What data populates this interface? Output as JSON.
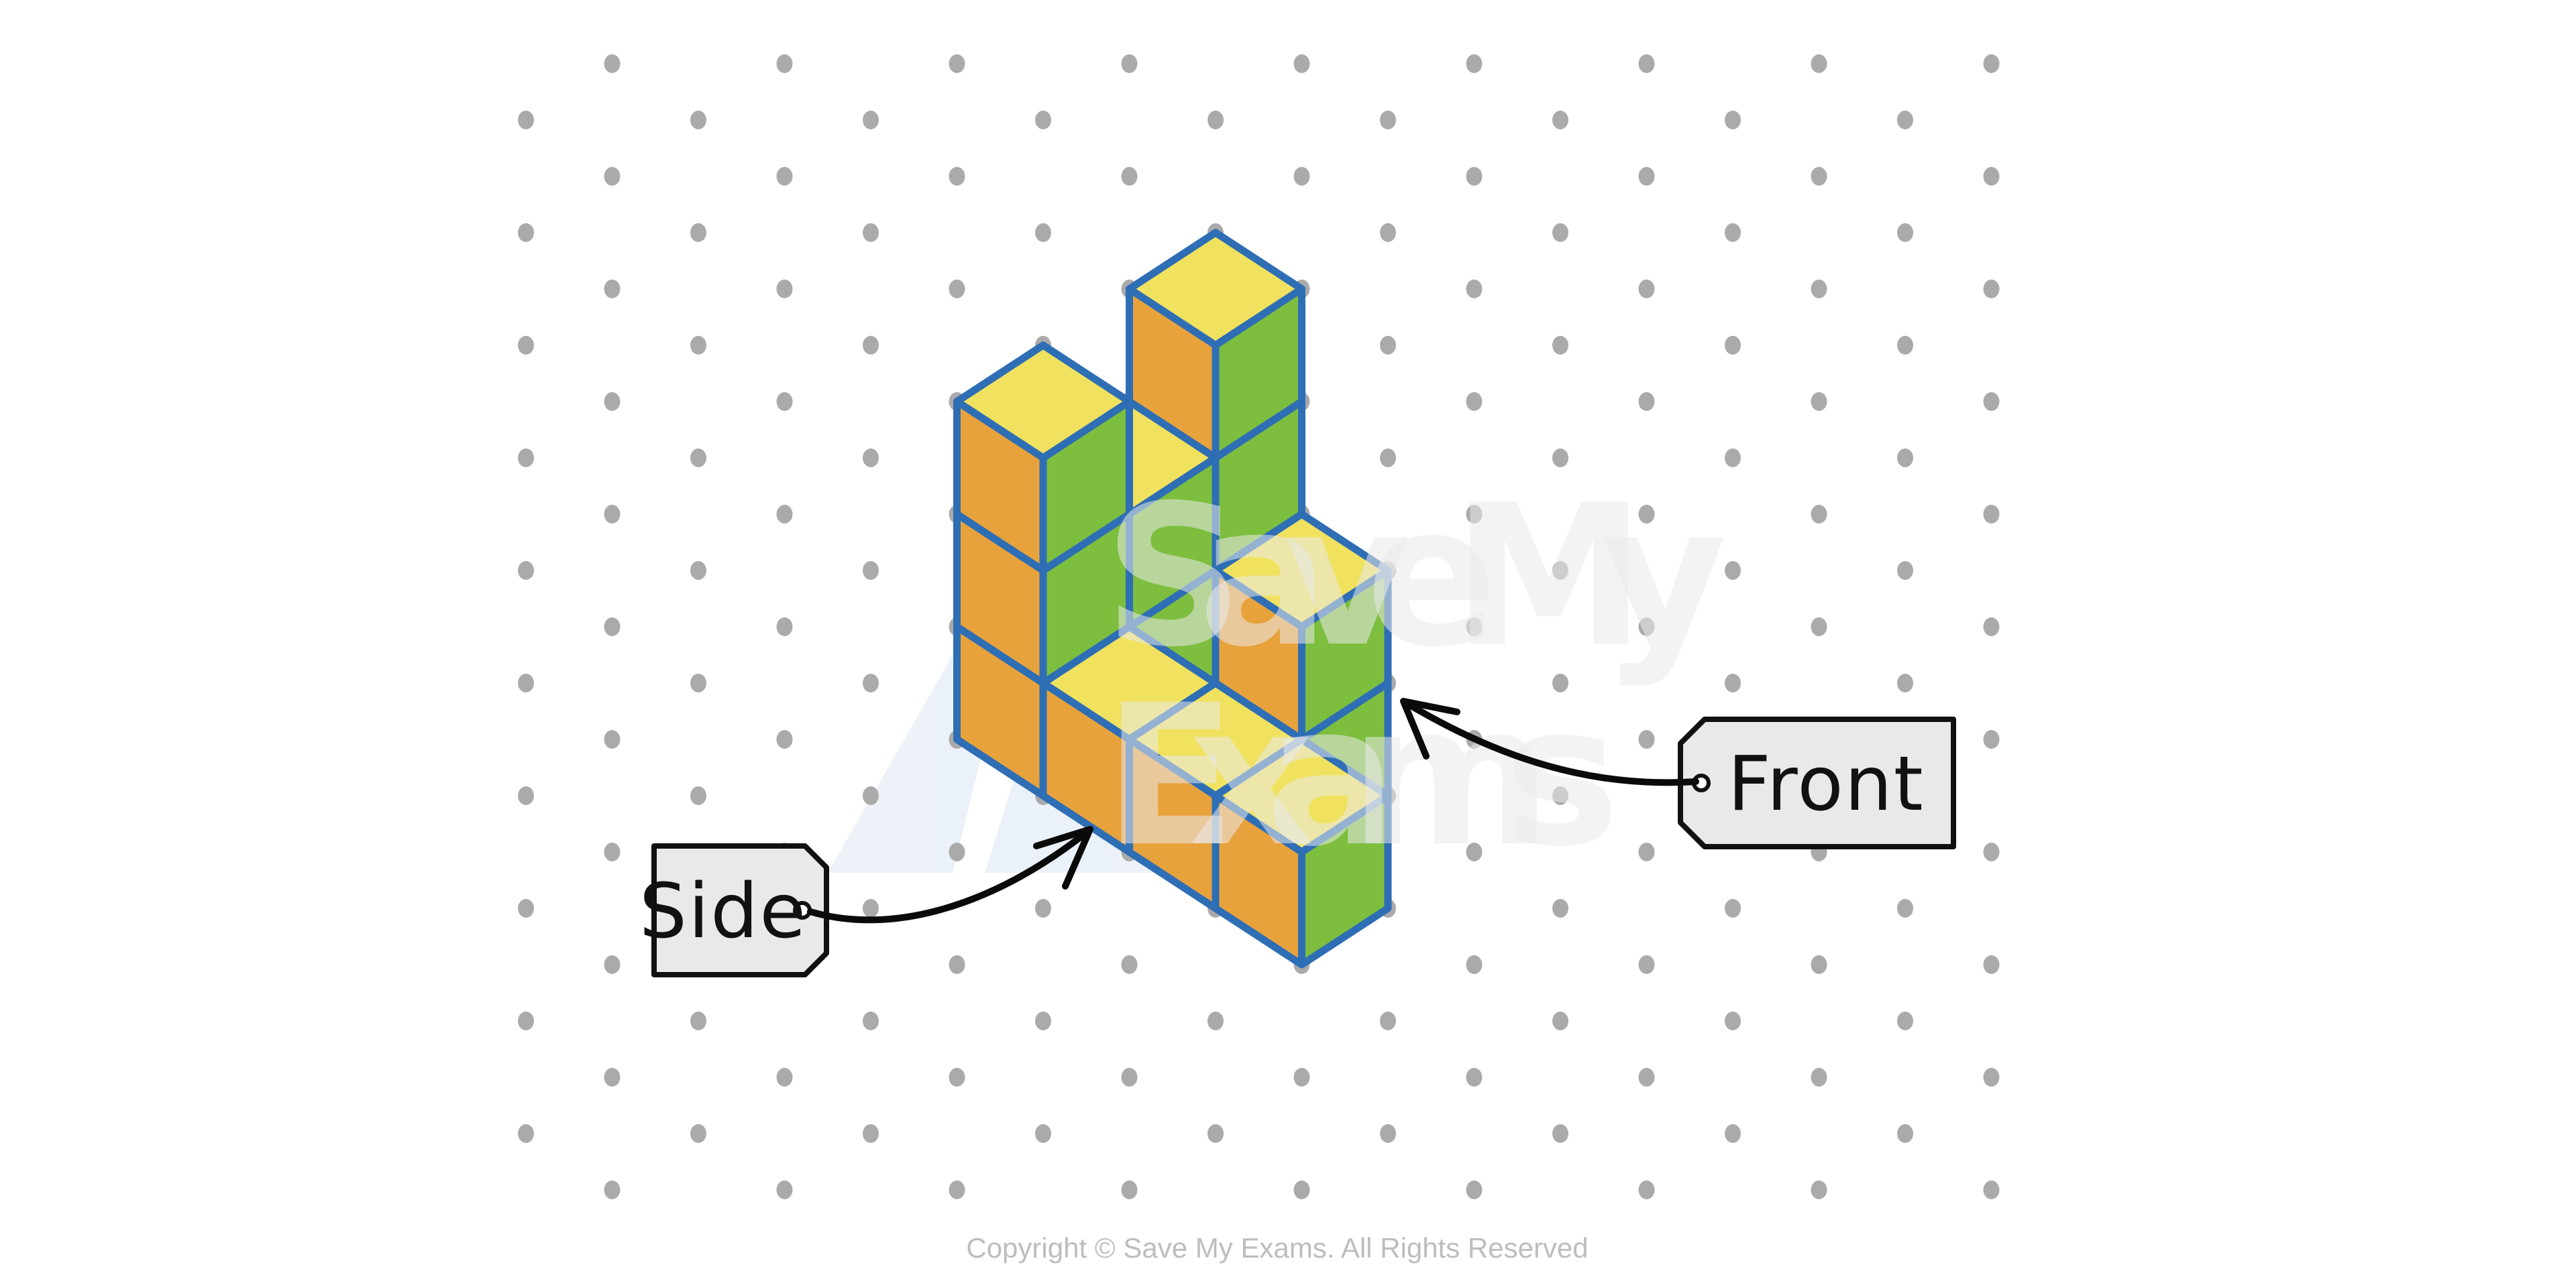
{
  "scene": {
    "background": "#ffffff"
  },
  "dot_grid": {
    "color": "#aaaaaa",
    "rx": 12,
    "ry": 14
  },
  "watermark": {
    "line1": "SaveMy",
    "line2": "Exams",
    "text_color": "#e9e9e9",
    "logo_color": "#dfe9f4"
  },
  "structure": {
    "type": "isometric-cube-stack",
    "grid_rows": 3,
    "grid_cols": 4,
    "heights": [
      [
        3,
        0,
        0,
        0
      ],
      [
        2,
        0,
        2,
        0
      ],
      [
        3,
        1,
        1,
        1
      ]
    ],
    "total_cubes": 13,
    "colors": {
      "top": "#f0e25f",
      "left": "#e8a23c",
      "right": "#7dbe3f",
      "outline": "#2e6eb5"
    }
  },
  "labels": {
    "side": {
      "text": "Side"
    },
    "front": {
      "text": "Front"
    },
    "tag_fill": "#e9e9e9",
    "tag_border": "#111111",
    "arrow_color": "#0a0a0a"
  },
  "copyright": {
    "text": "Copyright © Save My Exams. All Rights Reserved",
    "color": "#bdbdbd"
  }
}
